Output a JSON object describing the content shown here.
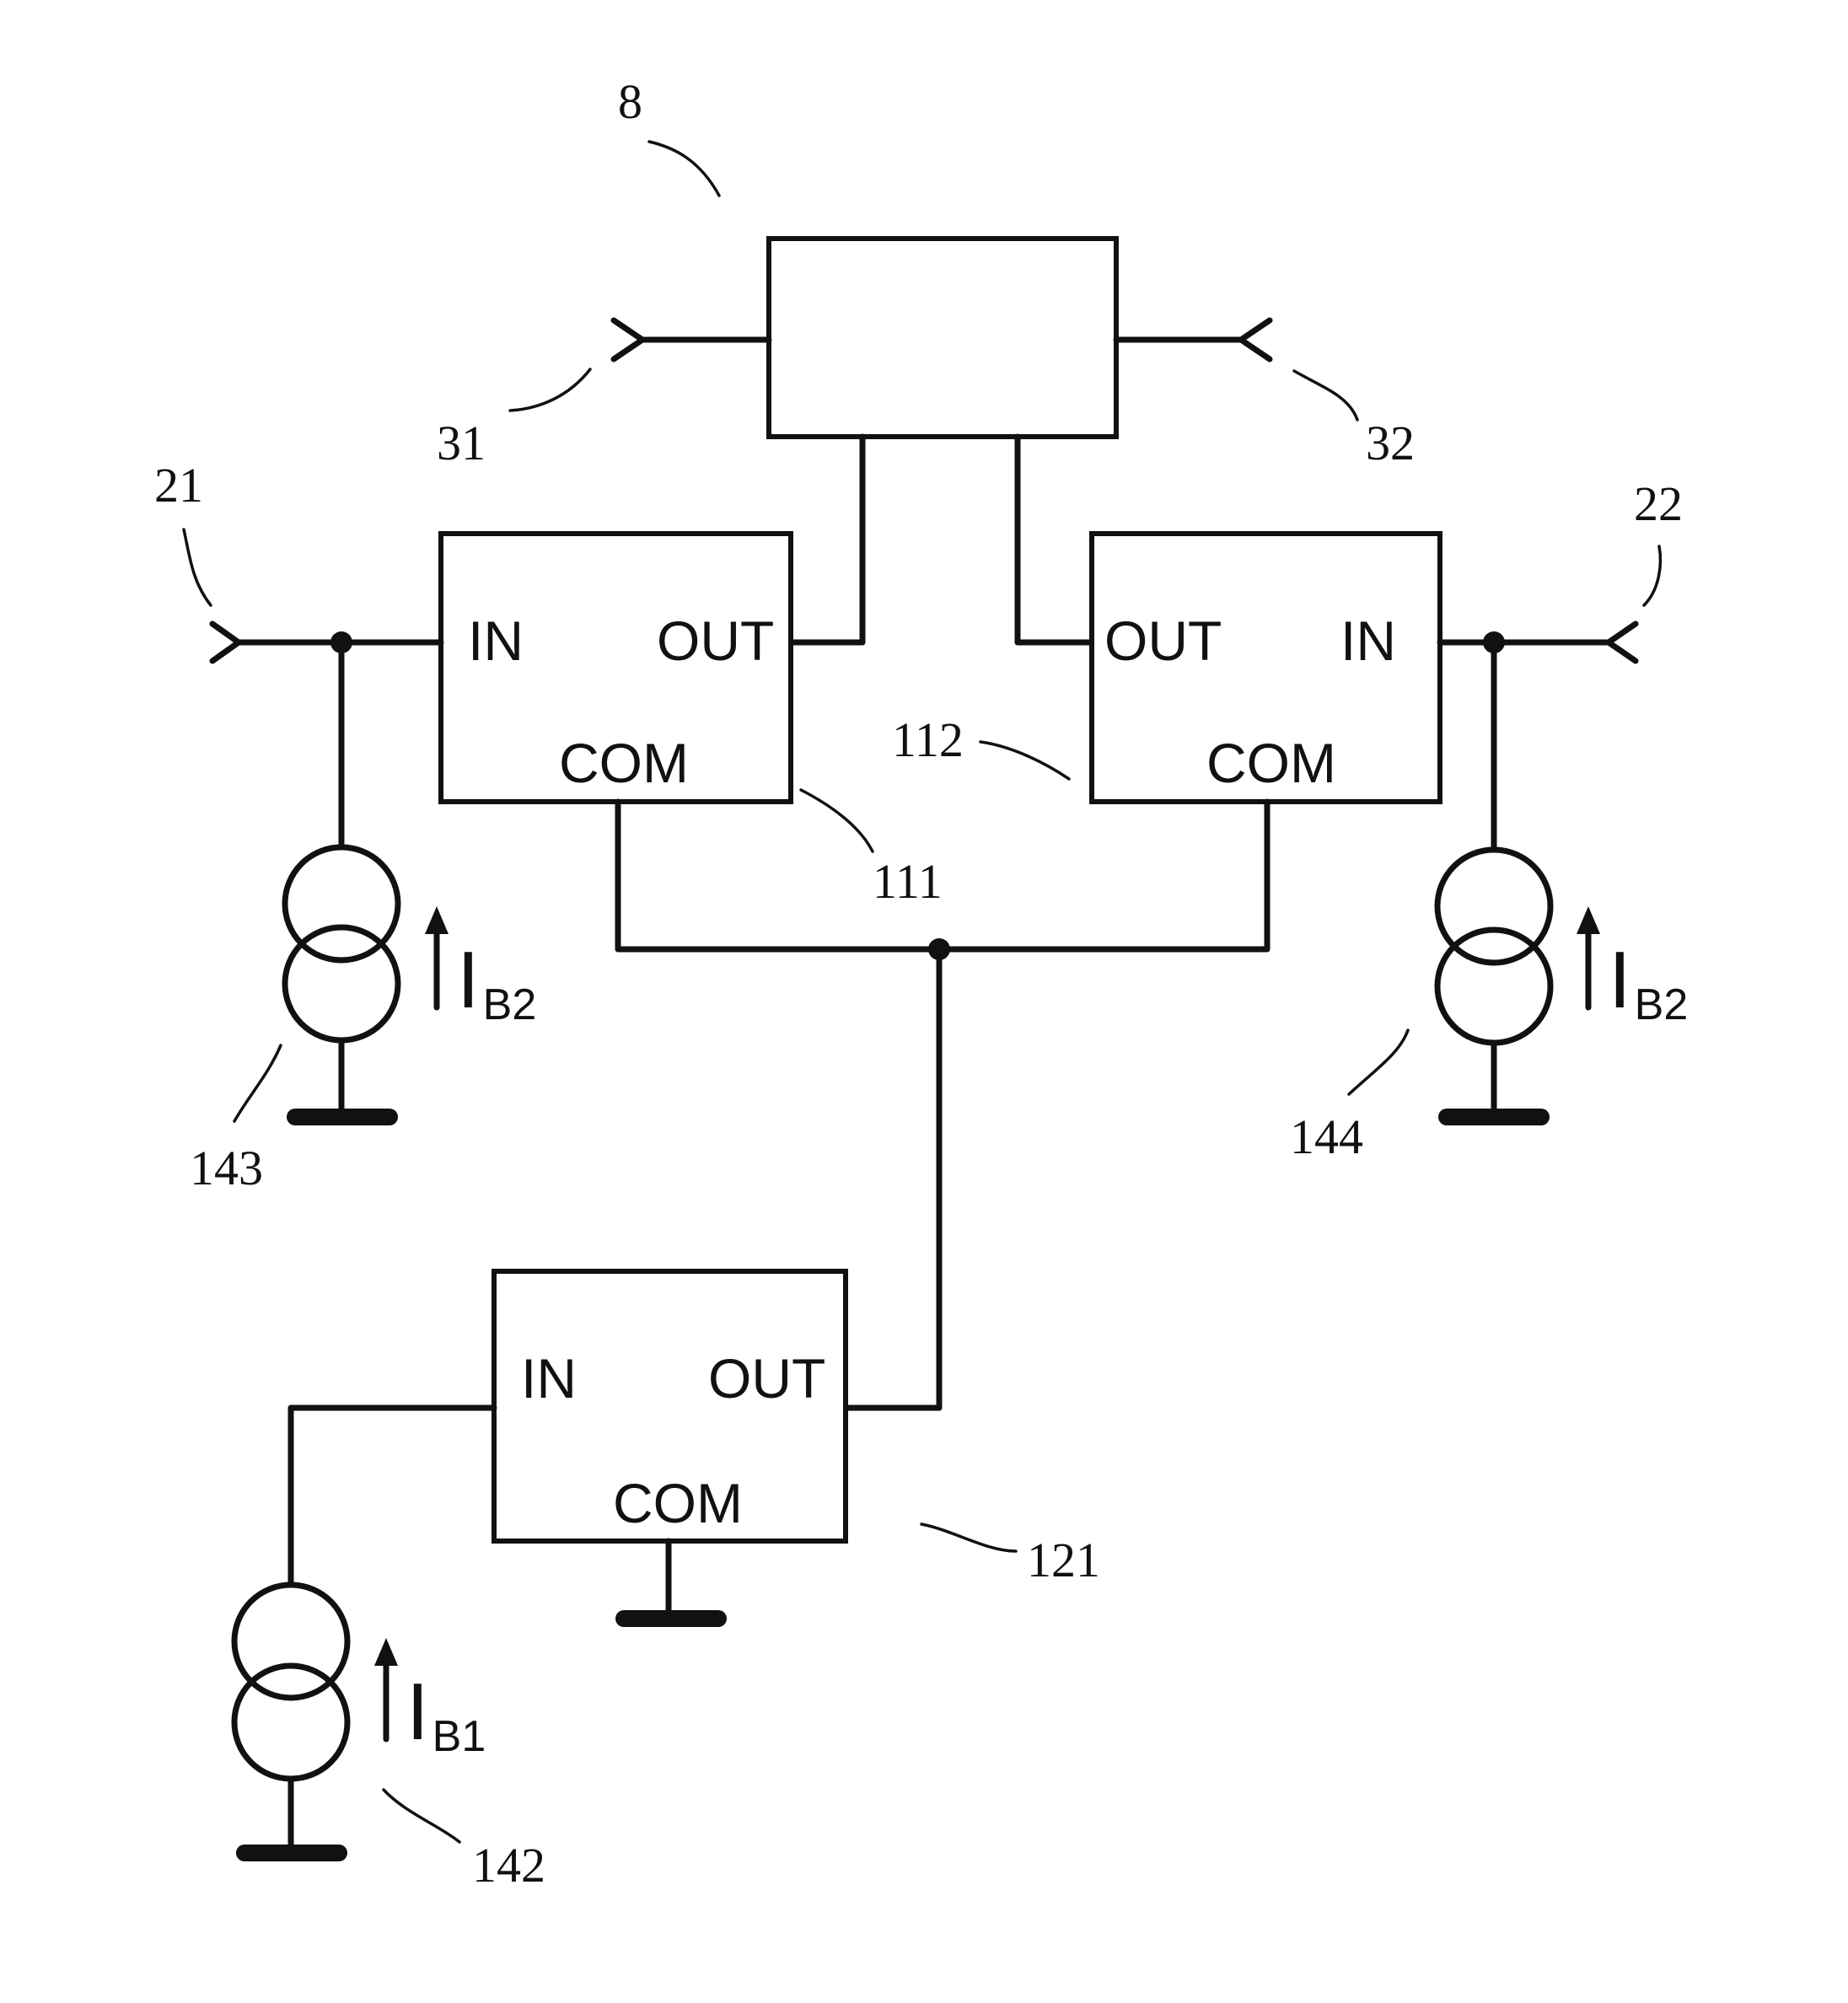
{
  "references": {
    "block_8": "8",
    "terminal_31": "31",
    "terminal_32": "32",
    "terminal_21": "21",
    "terminal_22": "22",
    "block_111": "111",
    "block_112": "112",
    "block_121": "121",
    "source_142": "142",
    "source_143": "143",
    "source_144": "144"
  },
  "blocks": {
    "b111": {
      "in": "IN",
      "out": "OUT",
      "com": "COM"
    },
    "b112": {
      "in": "IN",
      "out": "OUT",
      "com": "COM"
    },
    "b121": {
      "in": "IN",
      "out": "OUT",
      "com": "COM"
    }
  },
  "currents": {
    "left": {
      "symbol": "I",
      "subscript": "B2"
    },
    "right": {
      "symbol": "I",
      "subscript": "B2"
    },
    "bottom": {
      "symbol": "I",
      "subscript": "B1"
    }
  }
}
